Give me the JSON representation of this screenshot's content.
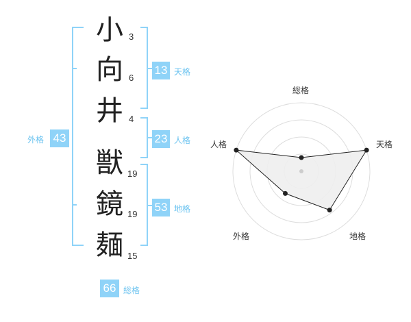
{
  "name": {
    "chars": [
      {
        "char": "小",
        "strokes": "3"
      },
      {
        "char": "向",
        "strokes": "6"
      },
      {
        "char": "井",
        "strokes": "4"
      },
      {
        "char": "獣",
        "strokes": "19"
      },
      {
        "char": "鏡",
        "strokes": "19"
      },
      {
        "char": "麺",
        "strokes": "15"
      }
    ]
  },
  "fortune": {
    "tenkaku": {
      "value": "13",
      "label": "天格"
    },
    "jinkaku": {
      "value": "23",
      "label": "人格"
    },
    "chikaku": {
      "value": "53",
      "label": "地格"
    },
    "gaikaku": {
      "value": "43",
      "label": "外格"
    },
    "soukaku": {
      "value": "66",
      "label": "総格"
    }
  },
  "colors": {
    "bracket": "#8fd3f8",
    "box": "#8fd3f8",
    "label": "#6bc3f0",
    "poly_fill": "#eeeeee"
  },
  "chart_data": {
    "type": "radar",
    "axes": [
      "総格",
      "天格",
      "地格",
      "外格",
      "人格"
    ],
    "values": [
      1,
      5,
      3.5,
      2,
      5
    ],
    "max": 5,
    "rings": 4
  }
}
